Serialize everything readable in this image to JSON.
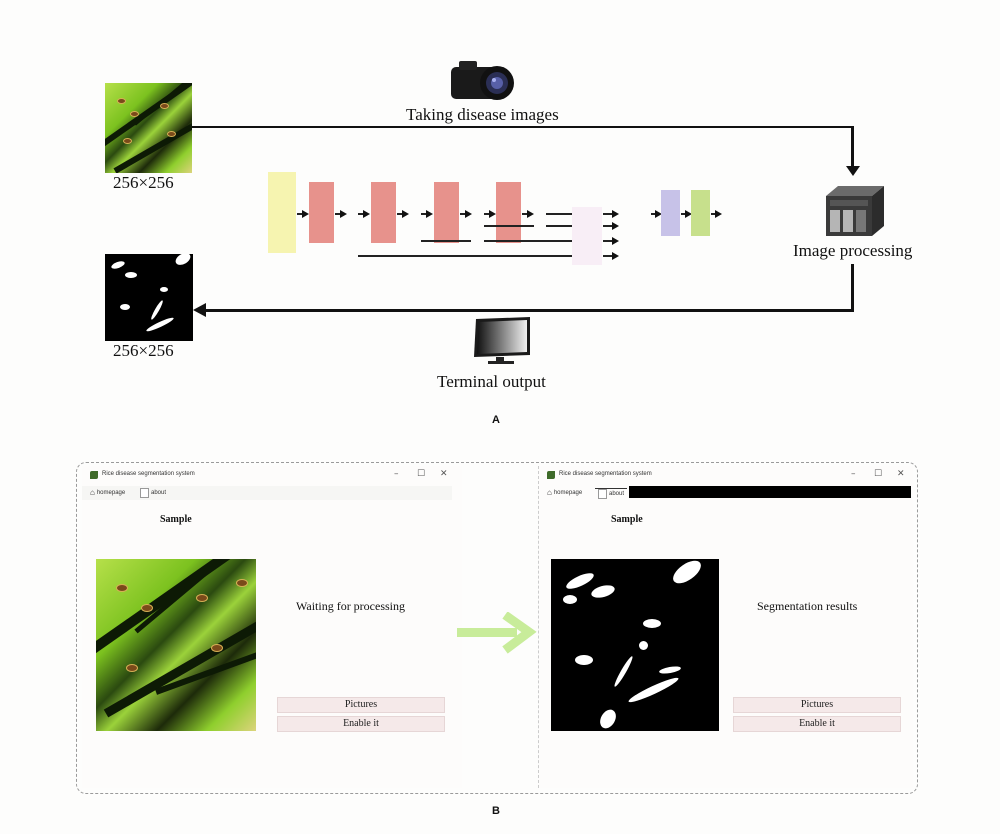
{
  "panel_a": {
    "letter": "A",
    "input_size_label": "256×256",
    "output_size_label": "256×256",
    "camera_label": "Taking disease images",
    "processing_label": "Image processing",
    "terminal_label": "Terminal output",
    "icons": {
      "camera": "camera-icon",
      "server": "server-icon",
      "monitor": "monitor-icon"
    },
    "network_colors": {
      "input_block": "#f6f4b0",
      "encoder_block": "#e7928c",
      "fusion_block": "#f8eef6",
      "head_block_1": "#c7c2e8",
      "head_block_2": "#c7e08c"
    }
  },
  "panel_b": {
    "letter": "B",
    "transition_arrow_color": "#c8ec9a",
    "windows": [
      {
        "title": "Rice disease segmentation system",
        "tabs": [
          "homepage",
          "about"
        ],
        "controls": [
          "–",
          "☐",
          "✕"
        ],
        "heading": "Sample",
        "status": "Waiting for processing",
        "buttons": [
          "Pictures",
          "Enable it"
        ],
        "image": "rice-leaf-photo"
      },
      {
        "title": "Rice disease segmentation system",
        "tabs": [
          "homepage",
          "about"
        ],
        "controls": [
          "–",
          "☐",
          "✕"
        ],
        "heading": "Sample",
        "status": "Segmentation results",
        "buttons": [
          "Pictures",
          "Enable it"
        ],
        "image": "segmentation-mask"
      }
    ]
  }
}
